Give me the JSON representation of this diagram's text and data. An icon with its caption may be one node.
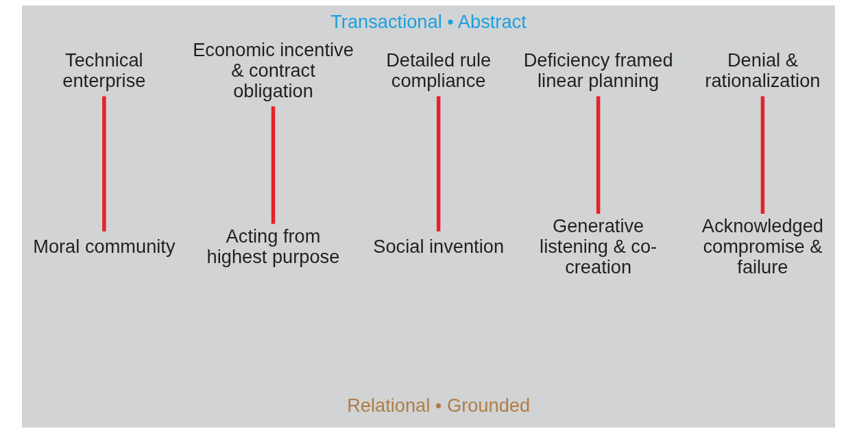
{
  "diagram": {
    "title": "Transactional • Abstract",
    "nodes": [
      {
        "text": [
          "Technical enterprise"
        ]
      },
      {
        "text": [
          "Economic incentive & contract obligation"
        ]
      },
      {
        "text": [
          "Detailed rule compliance"
        ]
      },
      {
        "text": [
          "Deficiency framed linear planning"
        ]
      },
      {
        "text": [
          "Denial & rationalization"
        ]
      },
      {
        "text": [
          "Moral community"
        ]
      },
      {
        "text": [
          "Acting from highest purpose"
        ]
      },
      {
        "text": [
          "Social invention"
        ]
      },
      {
        "text": [
          "Generative listening & co-creation"
        ]
      },
      {
        "text": [
          "Acknowledged compromise & failure"
        ]
      }
    ],
    "edges": [
      {
        "from": 0,
        "to": 5,
        "arrow": "none"
      },
      {
        "from": 1,
        "to": 6,
        "arrow": "none"
      },
      {
        "from": 2,
        "to": 7,
        "arrow": "none"
      },
      {
        "from": 3,
        "to": 8,
        "arrow": "none"
      },
      {
        "from": 4,
        "to": 9,
        "arrow": "none"
      }
    ],
    "labels": [
      "Relational • Grounded"
    ]
  }
}
